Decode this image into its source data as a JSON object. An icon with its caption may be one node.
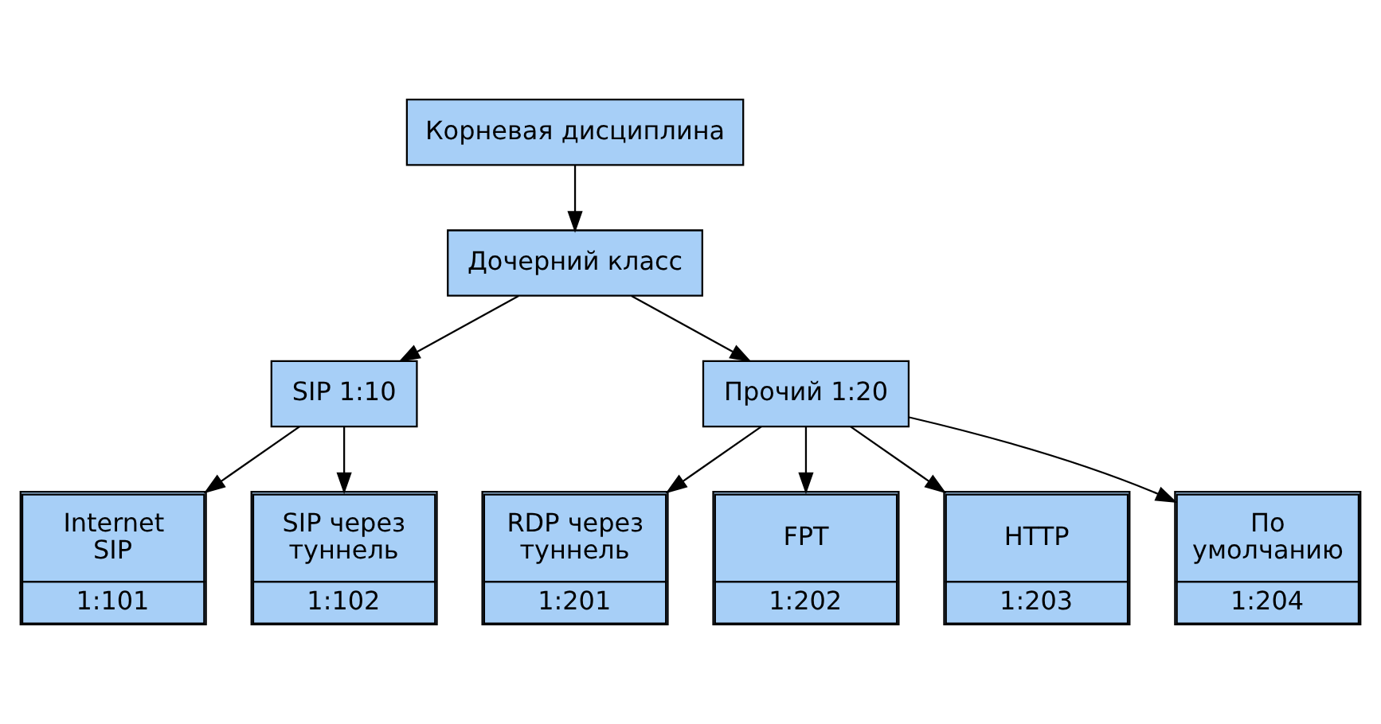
{
  "diagram": {
    "nodes": [
      {
        "text": [
          "Корневая дисциплина"
        ]
      },
      {
        "text": [
          "Дочерний класс"
        ]
      },
      {
        "text": [
          "SIP 1:10"
        ]
      },
      {
        "text": [
          "Прочий 1:20"
        ]
      },
      {
        "text": [
          "Internet SIP",
          "1:101"
        ]
      },
      {
        "text": [
          "SIP через туннель",
          "1:102"
        ]
      },
      {
        "text": [
          "RDP через туннель",
          "1:201"
        ]
      },
      {
        "text": [
          "FPT",
          "1:202"
        ]
      },
      {
        "text": [
          "HTTP",
          "1:203"
        ]
      },
      {
        "text": [
          "По умолчанию",
          "1:204"
        ]
      }
    ],
    "edges": [
      {
        "from": 0,
        "to": 1,
        "arrow": "to"
      },
      {
        "from": 1,
        "to": 2,
        "arrow": "to"
      },
      {
        "from": 1,
        "to": 3,
        "arrow": "to"
      },
      {
        "from": 2,
        "to": 4,
        "arrow": "to"
      },
      {
        "from": 2,
        "to": 5,
        "arrow": "to"
      },
      {
        "from": 3,
        "to": 6,
        "arrow": "to"
      },
      {
        "from": 3,
        "to": 7,
        "arrow": "to"
      },
      {
        "from": 3,
        "to": 8,
        "arrow": "to"
      },
      {
        "from": 3,
        "to": 9,
        "arrow": "to"
      }
    ]
  }
}
